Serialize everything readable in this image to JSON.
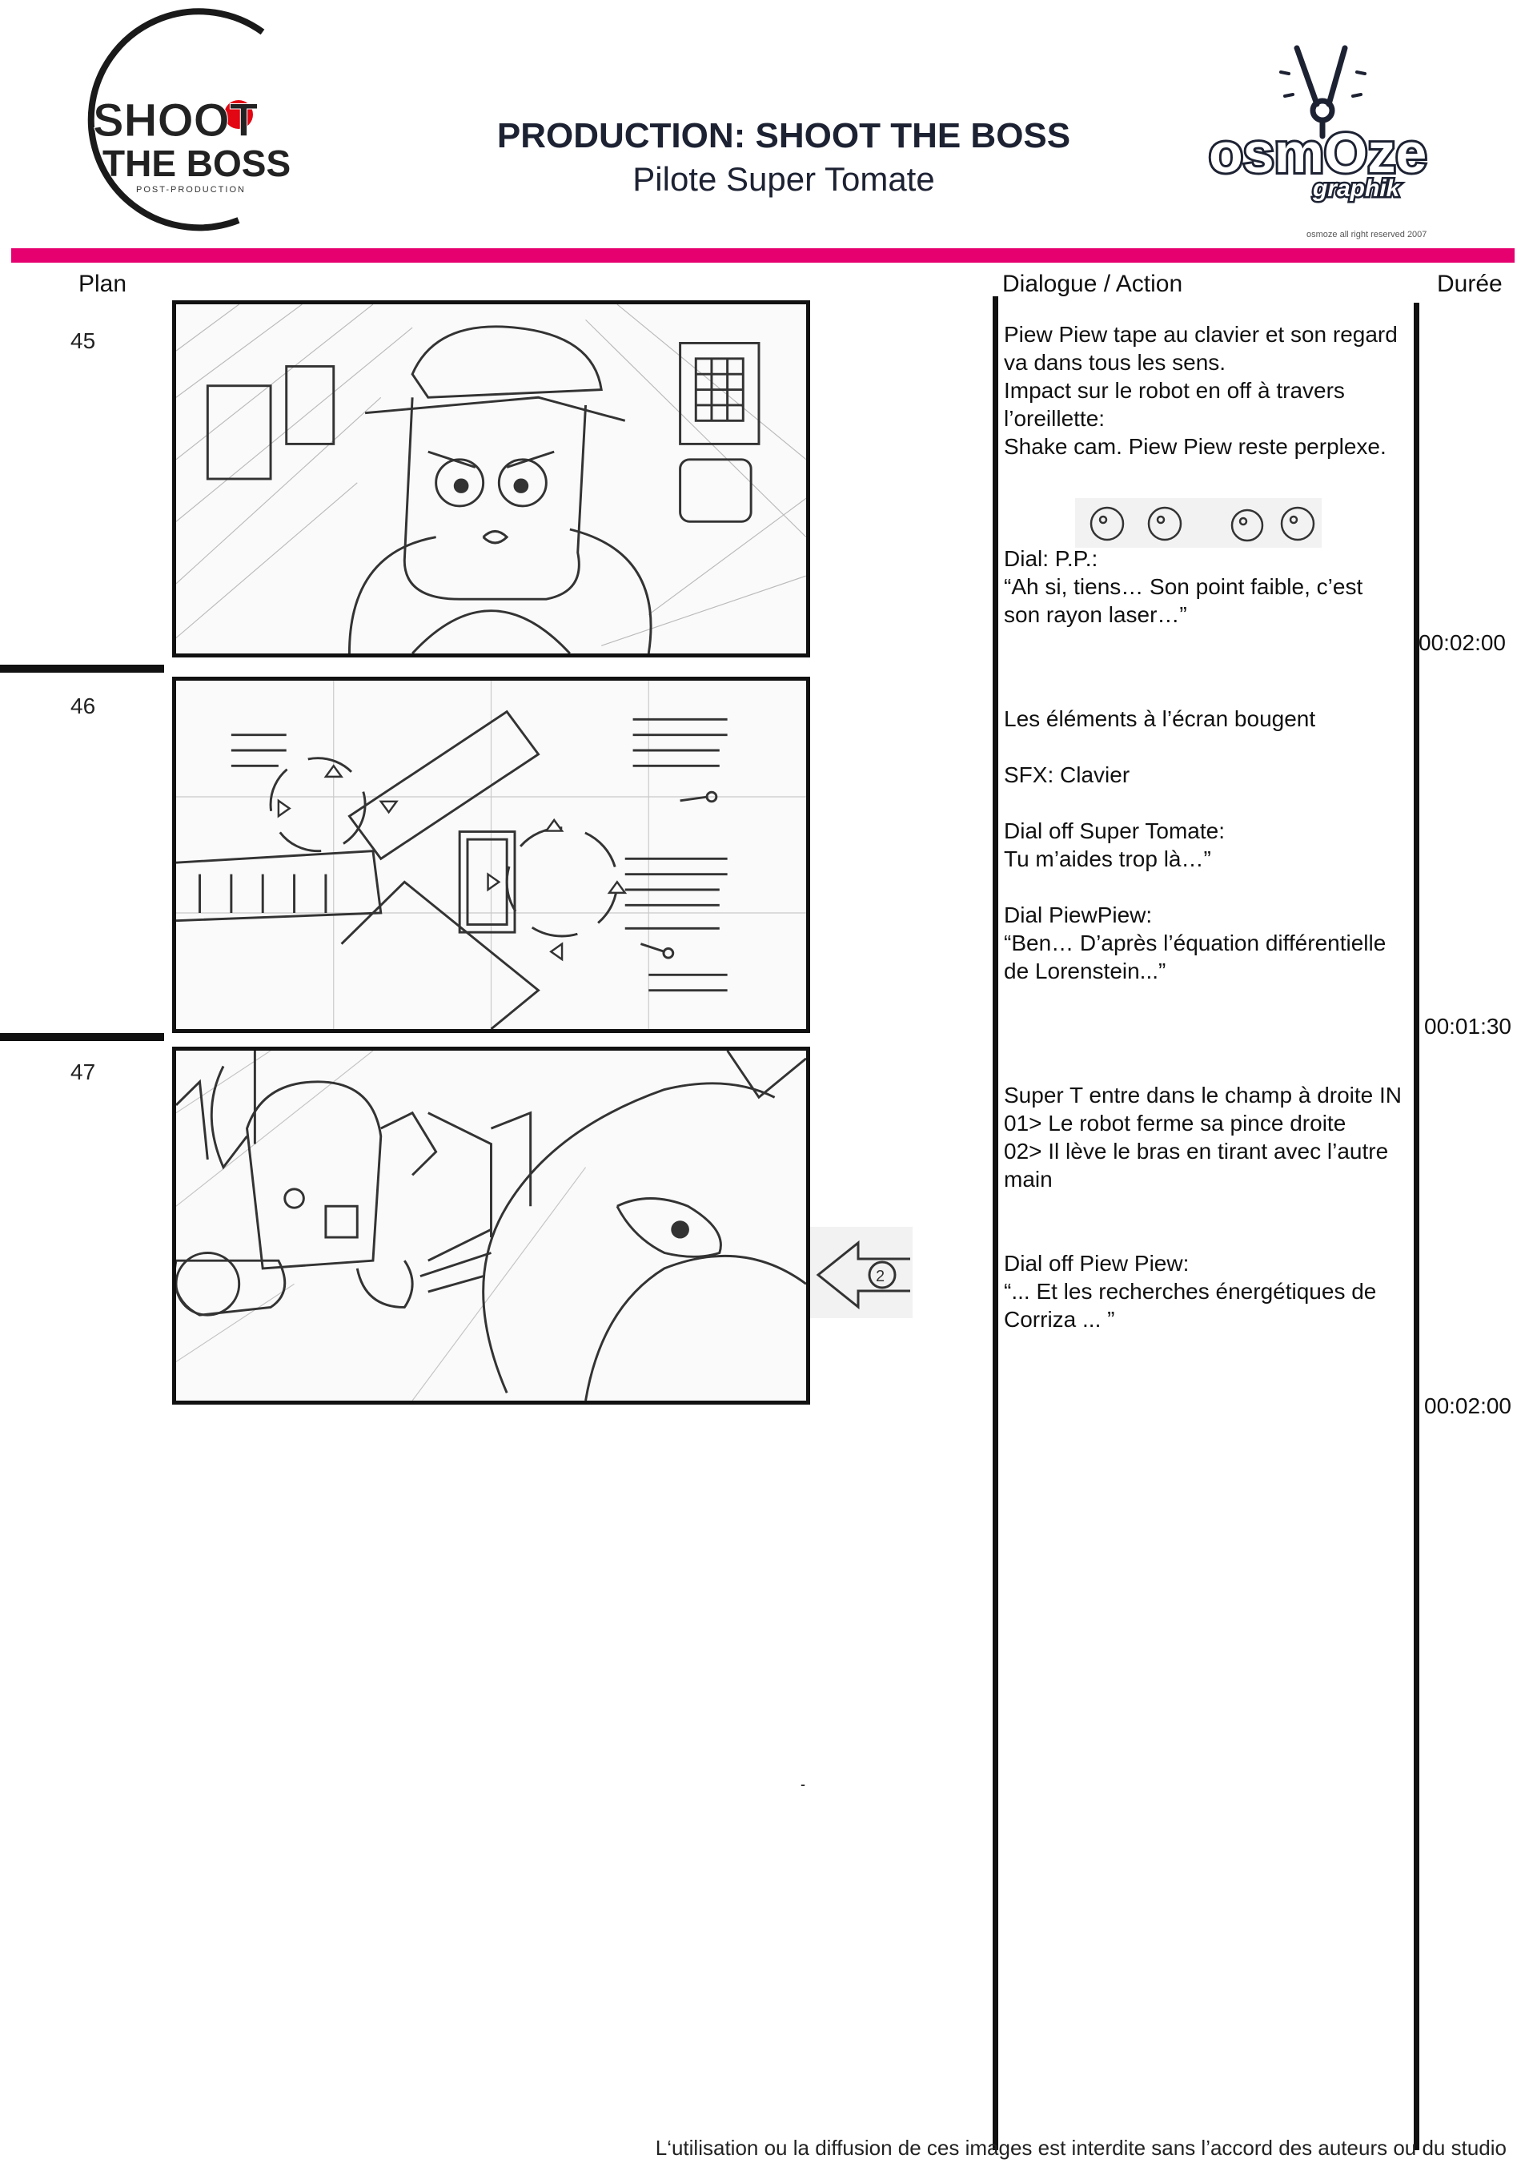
{
  "header": {
    "logo_left": {
      "line1": "SHOOT",
      "line2": "THE BOSS",
      "line3": "POST-PRODUCTION",
      "icon": "shoot-the-boss-logo"
    },
    "title": "PRODUCTION: SHOOT THE BOSS",
    "subtitle": "Pilote Super Tomate",
    "logo_right": {
      "line1": "osmOze",
      "line2": "graphik",
      "icon": "osmoze-graphik-logo"
    },
    "copyright": "osmoze all right reserved 2007",
    "accent_color": "#e6006f"
  },
  "columns": {
    "plan": "Plan",
    "dialogue_a": "Dialogue",
    "dialogue_b": "/ Action",
    "duree": "Durée"
  },
  "shots": [
    {
      "plan": "45",
      "sketch": "pencil sketch: character with cap in front of screens",
      "text": "Piew Piew tape au clavier et son regard\nva dans tous les sens.\nImpact sur le robot en off à travers\nl’oreillette:\nShake cam. Piew Piew reste perplexe.",
      "text2": "Dial: P.P.:\n“Ah si, tiens… Son point faible, c’est\nson rayon laser…”",
      "duree": "00:02:00"
    },
    {
      "plan": "46",
      "sketch": "pencil sketch: HUD interface elements moving",
      "text": "Les éléments à l’écran bougent\n\nSFX: Clavier\n\nDial off Super Tomate:\nTu m’aides trop là…”\n\nDial PiewPiew:\n“Ben… D’après l’équation différentielle\nde Lorenstein...”",
      "duree": "00:01:30"
    },
    {
      "plan": "47",
      "sketch": "pencil sketch: robot closes claw, Super T enters frame",
      "text": "Super T entre dans le champ à droite IN\n01> Le robot ferme sa pince droite\n02> Il lève le bras en tirant avec l’autre\nmain",
      "text2": "Dial off Piew Piew:\n“... Et les recherches énergétiques de\nCorriza ... ”",
      "duree": "00:02:00"
    }
  ],
  "stray_mark": "-",
  "footer": "L‘utilisation ou la diffusion de ces images est interdite sans l’accord des auteurs ou du studio"
}
